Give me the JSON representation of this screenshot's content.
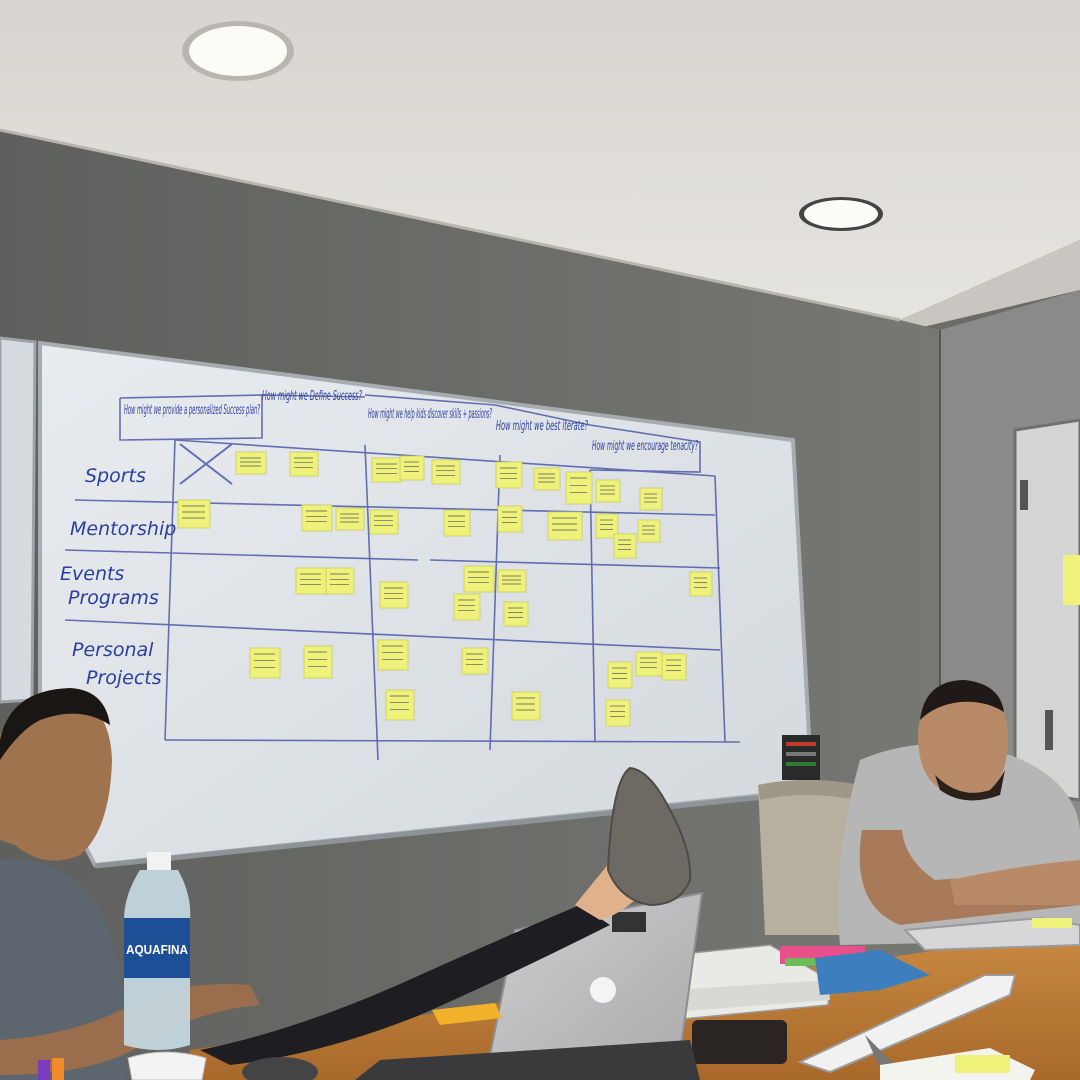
{
  "whiteboard": {
    "questions": [
      "How might we provide a personalized Success plan?",
      "How might we Define Success?",
      "How might we help kids discover skills + passions?",
      "How might we best iterate?",
      "How might we encourage tenacity?"
    ],
    "rows": [
      {
        "line1": "Sports",
        "line2": ""
      },
      {
        "line1": "Mentorship",
        "line2": ""
      },
      {
        "line1": "Events",
        "line2": "Programs"
      },
      {
        "line1": "Personal",
        "line2": "Projects"
      }
    ]
  },
  "bottle": {
    "brand": "AQUAFINA"
  },
  "colors": {
    "sticky_note": "#eef17a",
    "marker_ink": "#2b3f9e",
    "wall": "#6b6b68",
    "ceiling": "#dedcd8",
    "table": "#c7823a"
  }
}
